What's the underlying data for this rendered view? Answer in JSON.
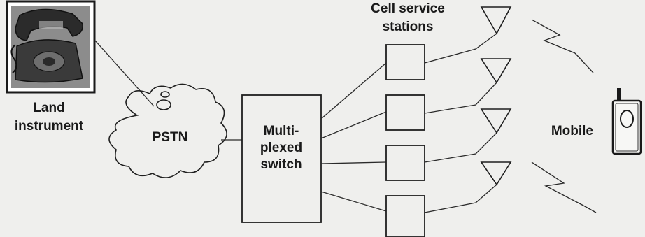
{
  "labels": {
    "land_line1": "Land",
    "land_line2": "instrument",
    "pstn": "PSTN",
    "switch_line1": "Multi-",
    "switch_line2": "plexed",
    "switch_line3": "switch",
    "cell_line1": "Cell service",
    "cell_line2": "stations",
    "mobile": "Mobile"
  },
  "icons": {
    "telephone": "telephone-icon",
    "antenna": "antenna-icon",
    "lightning": "radio-link-icon",
    "mobile_phone": "mobile-phone-icon"
  }
}
